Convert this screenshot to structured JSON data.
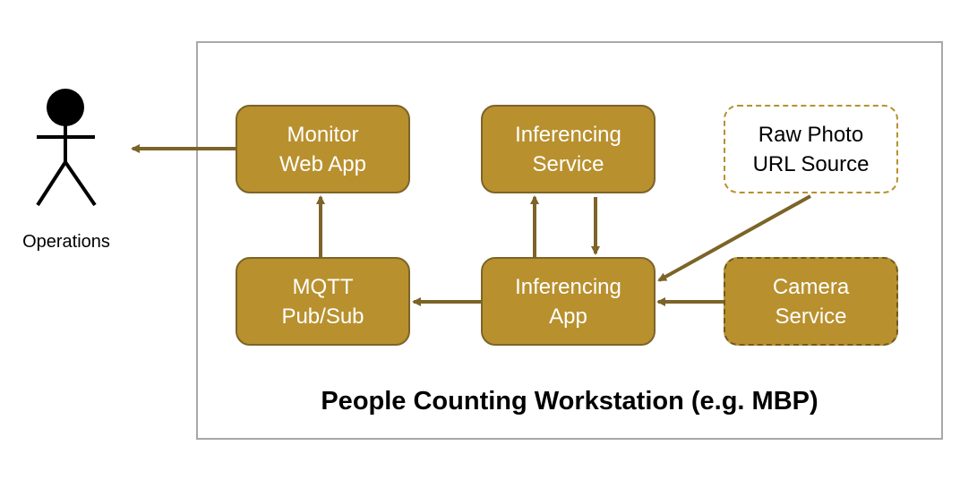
{
  "actor": {
    "label": "Operations",
    "icon": "person-icon"
  },
  "workstation": {
    "title": "People Counting Workstation (e.g. MBP)"
  },
  "nodes": {
    "monitor_web_app": "Monitor\nWeb App",
    "inferencing_service": "Inferencing\nService",
    "raw_photo_url_source": "Raw Photo\nURL Source",
    "mqtt_pubsub": "MQTT\nPub/Sub",
    "inferencing_app": "Inferencing\nApp",
    "camera_service": "Camera\nService"
  },
  "edges": [
    {
      "from": "monitor_web_app",
      "to": "operations"
    },
    {
      "from": "mqtt_pubsub",
      "to": "monitor_web_app"
    },
    {
      "from": "inferencing_app",
      "to": "mqtt_pubsub"
    },
    {
      "from": "inferencing_app",
      "to": "inferencing_service"
    },
    {
      "from": "inferencing_service",
      "to": "inferencing_app"
    },
    {
      "from": "raw_photo_url_source",
      "to": "inferencing_app"
    },
    {
      "from": "camera_service",
      "to": "inferencing_app"
    }
  ],
  "colors": {
    "box_fill": "#b8902e",
    "box_border": "#7c6428",
    "arrow": "#7c6428",
    "frame_border": "#a8a8a8"
  }
}
